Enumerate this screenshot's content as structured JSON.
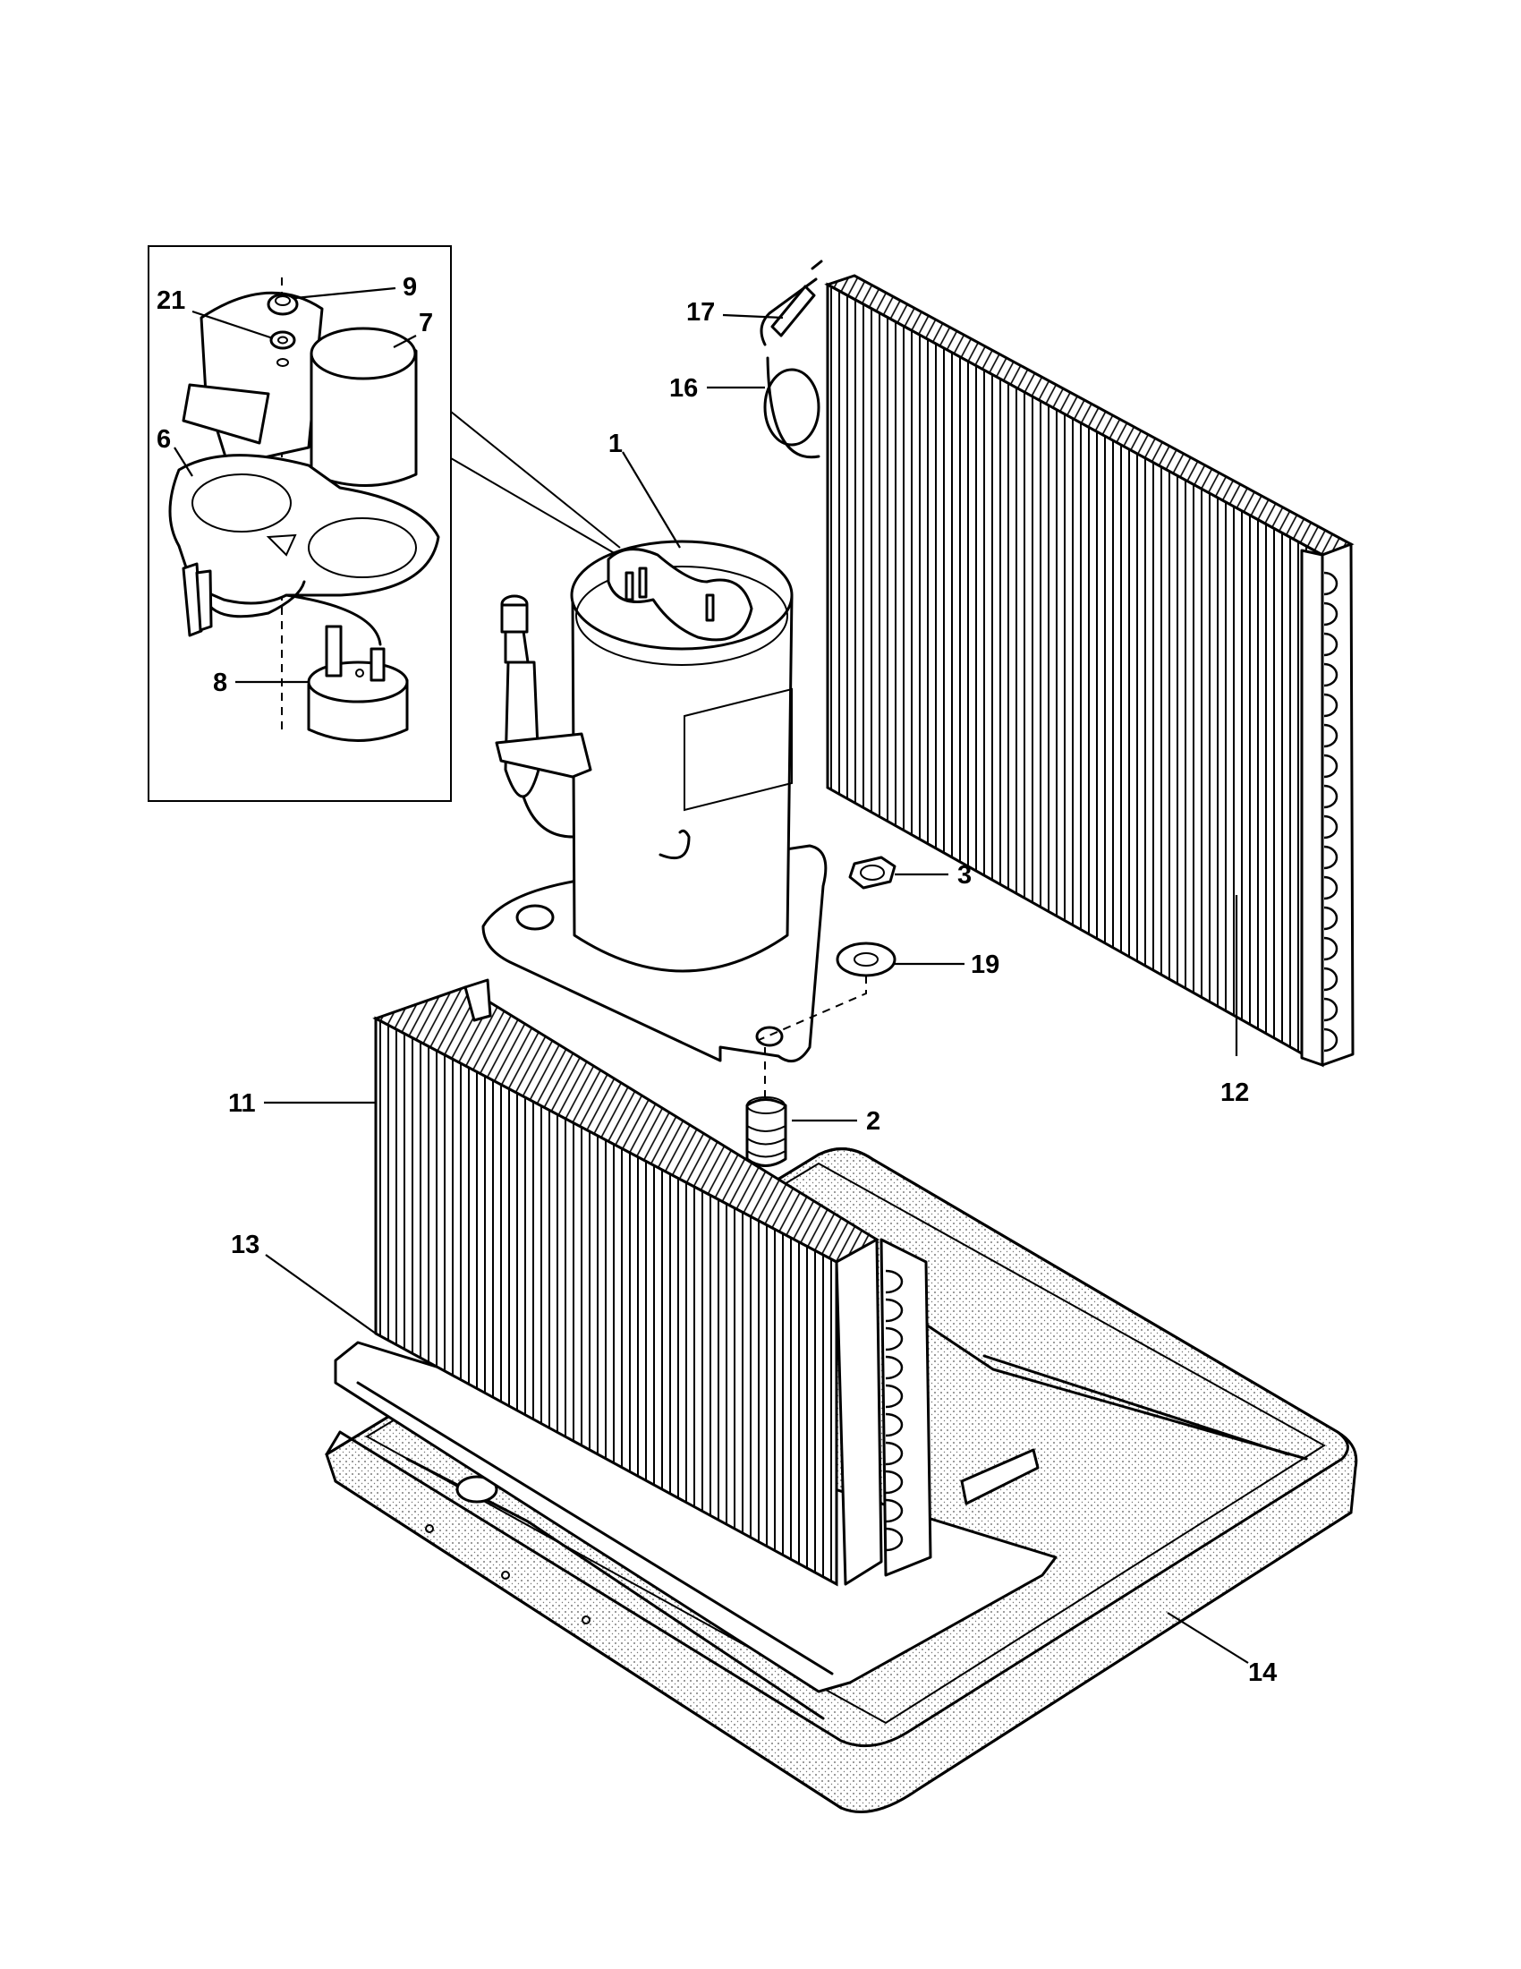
{
  "callouts": [
    {
      "id": "1",
      "label": "1"
    },
    {
      "id": "2",
      "label": "2"
    },
    {
      "id": "3",
      "label": "3"
    },
    {
      "id": "6",
      "label": "6"
    },
    {
      "id": "7",
      "label": "7"
    },
    {
      "id": "8",
      "label": "8"
    },
    {
      "id": "9",
      "label": "9"
    },
    {
      "id": "11",
      "label": "11"
    },
    {
      "id": "12",
      "label": "12"
    },
    {
      "id": "13",
      "label": "13"
    },
    {
      "id": "14",
      "label": "14"
    },
    {
      "id": "16",
      "label": "16"
    },
    {
      "id": "17",
      "label": "17"
    },
    {
      "id": "19",
      "label": "19"
    },
    {
      "id": "21",
      "label": "21"
    }
  ]
}
